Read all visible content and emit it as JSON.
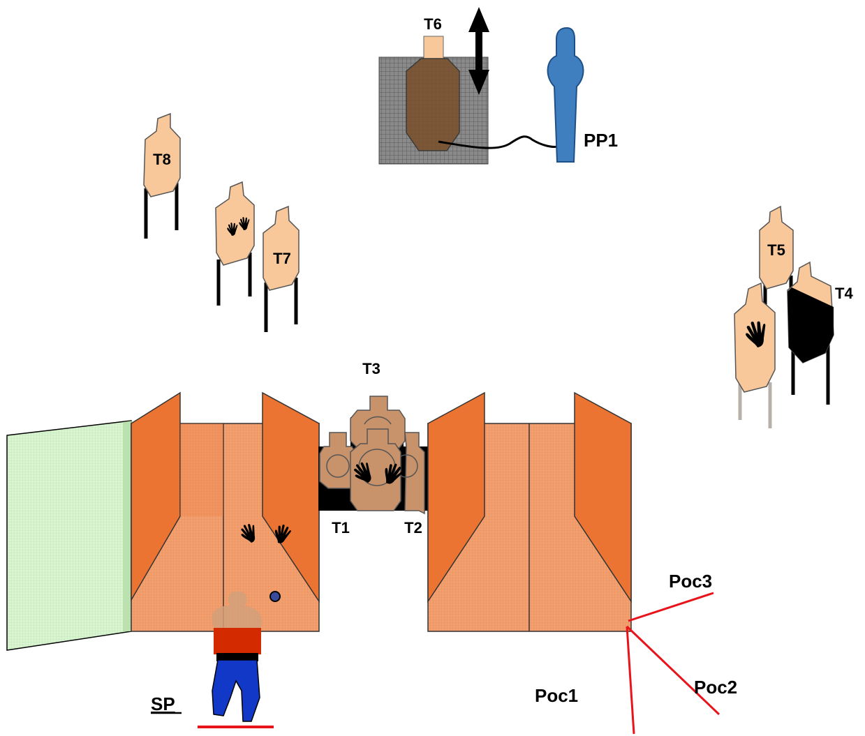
{
  "labels": {
    "t1": "T1",
    "t2": "T2",
    "t3": "T3",
    "t4": "T4",
    "t5": "T5",
    "t6": "T6",
    "t7": "T7",
    "t8": "T8",
    "pp1": "PP1",
    "poc1": "Poc1",
    "poc2": "Poc2",
    "poc3": "Poc3",
    "sp": "SP"
  },
  "colors": {
    "target_tan": "#f8c89a",
    "wall_orange": "#ec7432",
    "wall_mesh": "#f2a070",
    "door_green": "#d8f4d0",
    "popper_blue": "#3f7fc0",
    "mesh_gray": "#8a8a8a",
    "fault_line_red": "#e8141c",
    "shooter_shirt": "#d42a00",
    "shooter_pants": "#1238c8"
  },
  "icons": [
    "hand-icon",
    "arrow-updown-icon"
  ]
}
